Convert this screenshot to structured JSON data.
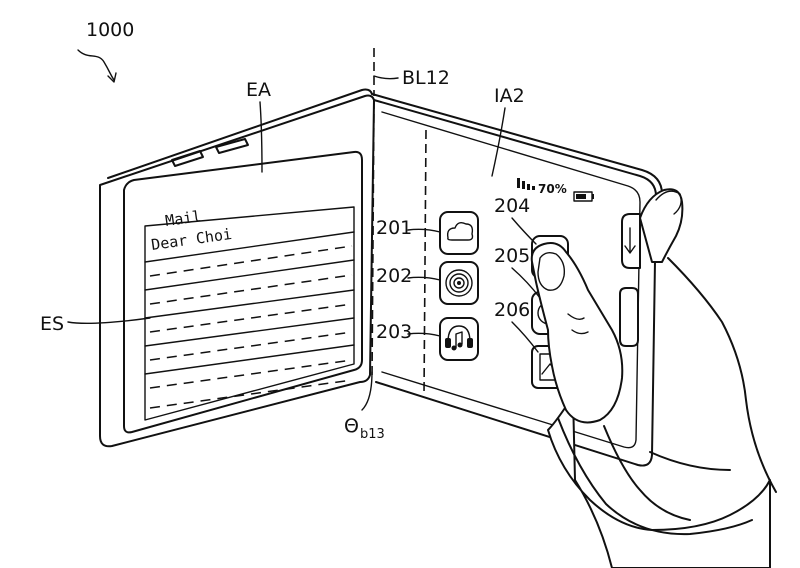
{
  "figure": {
    "number": "1000",
    "labels": {
      "ea": "EA",
      "bl12": "BL12",
      "ia2": "IA2",
      "es": "ES",
      "theta_base": "Θ",
      "theta_sub": "b13"
    },
    "icon_refs": {
      "r201": "201",
      "r202": "202",
      "r203": "203",
      "r204": "204",
      "r205": "205",
      "r206": "206"
    },
    "mail": {
      "title": "Mail",
      "greeting": "Dear Choi"
    },
    "status": {
      "battery_percent": "70%"
    },
    "icons": [
      "cloud-icon",
      "disc-icon",
      "headphones-icon",
      "app-icon",
      "compass-icon",
      "picture-icon"
    ]
  }
}
